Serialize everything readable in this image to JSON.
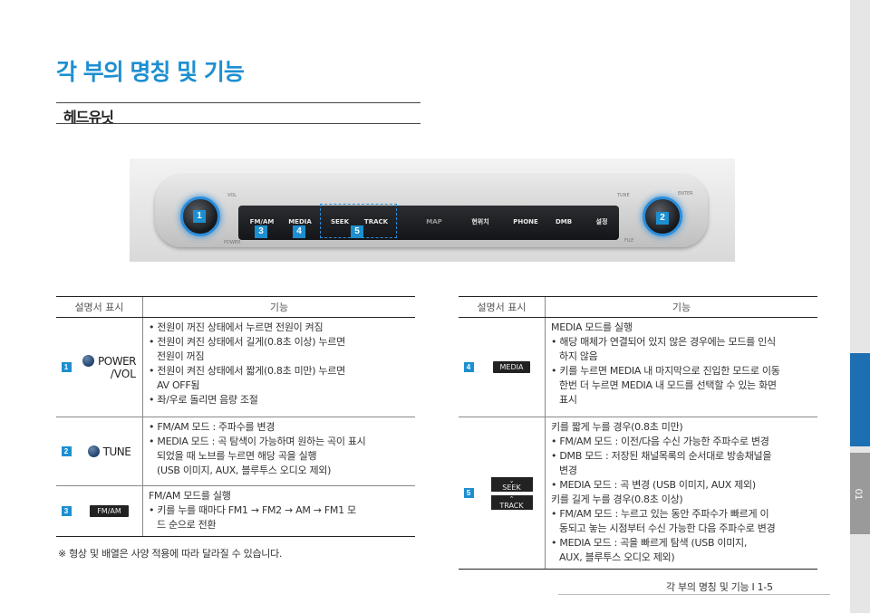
{
  "page": {
    "title": "각 부의 명칭 및 기능",
    "section": "헤드유닛",
    "note": "※ 형상 및 배열은 사양 적용에 따라 달라질 수 있습니다.",
    "footer": "각 부의 명칭 및 기능 I 1-5",
    "side_tab": "01"
  },
  "head_unit": {
    "callouts": [
      "1",
      "2",
      "3",
      "4",
      "5"
    ],
    "buttons": [
      "FM/AM",
      "MEDIA",
      "SEEK",
      "TRACK",
      "MAP",
      "현위치",
      "PHONE",
      "DMB",
      "설정"
    ],
    "labels": {
      "vol": "VOL",
      "tune": "TUNE",
      "enter": "ENTER",
      "file": "FILE",
      "power": "POWER"
    }
  },
  "table_headers": {
    "col1": "설명서 표시",
    "col2": "기능"
  },
  "left_table": [
    {
      "num": "1",
      "icon": "knob-icon",
      "label_line1": "POWER",
      "label_line2": "/VOL",
      "desc": [
        "• 전원이 꺼진 상태에서 누르면 전원이 켜짐",
        "• 전원이 켜진 상태에서 길게(0.8초 이상) 누르면",
        "전원이 꺼짐",
        "• 전원이 켜진 상태에서 짧게(0.8초 미만) 누르면",
        "AV OFF됨",
        "• 좌/우로 돌리면 음량 조절"
      ]
    },
    {
      "num": "2",
      "icon": "knob-icon",
      "label_line1": "TUNE",
      "desc": [
        "• FM/AM 모드 : 주파수를 변경",
        "• MEDIA 모드 : 곡 탐색이 가능하며 원하는 곡이 표시",
        "되었을 때 노브를 누르면 해당 곡을 실행",
        "(USB 이미지, AUX, 블루투스 오디오 제외)"
      ]
    },
    {
      "num": "3",
      "button": "FM/AM",
      "desc": [
        "FM/AM 모드를 실행",
        "• 키를 누를 때마다 FM1 → FM2 → AM → FM1 모",
        "드 순으로 전환"
      ]
    }
  ],
  "right_table": [
    {
      "num": "4",
      "button": "MEDIA",
      "desc": [
        "MEDIA 모드를 실행",
        "• 해당 매체가 연결되어 있지 않은 경우에는 모드를 인식",
        "하지 않음",
        "• 키를 누르면 MEDIA 내 마지막으로 진입한 모드로 이동",
        "한번 더 누르면 MEDIA 내 모드를 선택할 수 있는 화면",
        "표시"
      ]
    },
    {
      "num": "5",
      "buttons": [
        "SEEK",
        "TRACK"
      ],
      "desc": [
        "키를 짧게 누를 경우(0.8초 미만)",
        "• FM/AM 모드 : 이전/다음 수신 가능한 주파수로 변경",
        "• DMB 모드 : 저장된 채널목록의 순서대로 방송채널을",
        "변경",
        "• MEDIA 모드 : 곡 변경 (USB 이미지, AUX 제외)",
        "키를 길게 누를 경우(0.8초 이상)",
        "• FM/AM 모드 : 누르고 있는 동안 주파수가 빠르게 이",
        "동되고 놓는 시점부터 수신 가능한 다음 주파수로 변경",
        "• MEDIA 모드 : 곡을 빠르게 탐색 (USB 이미지,",
        "AUX, 블루투스 오디오 제외)"
      ]
    }
  ]
}
